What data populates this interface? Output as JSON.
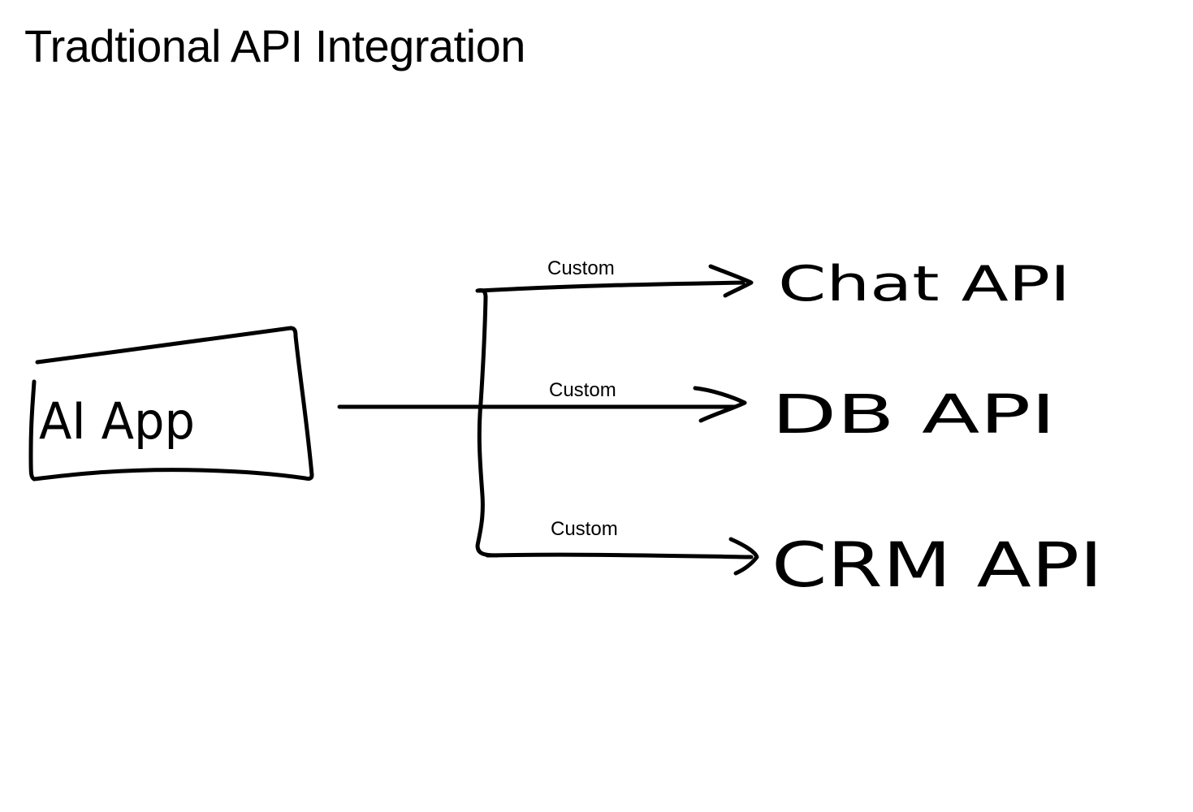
{
  "title": "Tradtional API Integration",
  "source_node": {
    "label": "AI App"
  },
  "connections": [
    {
      "label": "Custom",
      "target": "Chat API"
    },
    {
      "label": "Custom",
      "target": "DB API"
    },
    {
      "label": "Custom",
      "target": "CRM API"
    }
  ],
  "colors": {
    "ink": "#000000",
    "background": "#ffffff"
  }
}
